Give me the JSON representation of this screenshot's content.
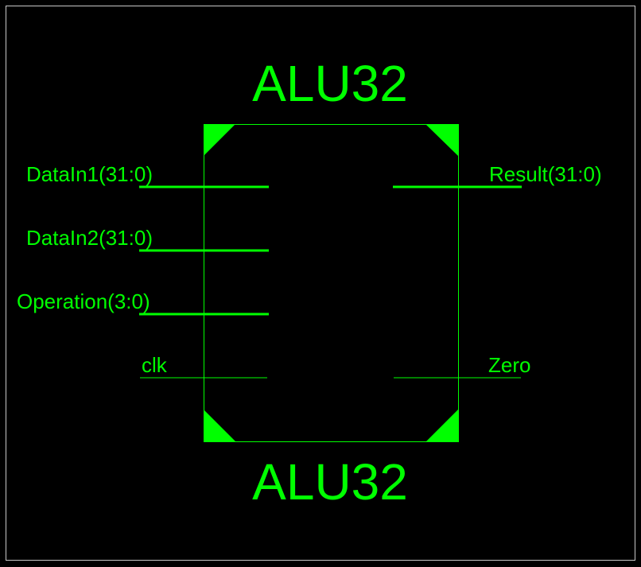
{
  "colors": {
    "background": "#000000",
    "accent": "#00ff00",
    "frame": "#c8c8c8"
  },
  "symbol": {
    "title_top": "ALU32",
    "title_bottom": "ALU32"
  },
  "inputs": [
    {
      "label": "DataIn1(31:0)",
      "bus": true
    },
    {
      "label": "DataIn2(31:0)",
      "bus": true
    },
    {
      "label": "Operation(3:0)",
      "bus": true
    },
    {
      "label": "clk",
      "bus": false
    }
  ],
  "outputs": [
    {
      "label": "Result(31:0)",
      "bus": true
    },
    {
      "label": "Zero",
      "bus": false
    }
  ]
}
